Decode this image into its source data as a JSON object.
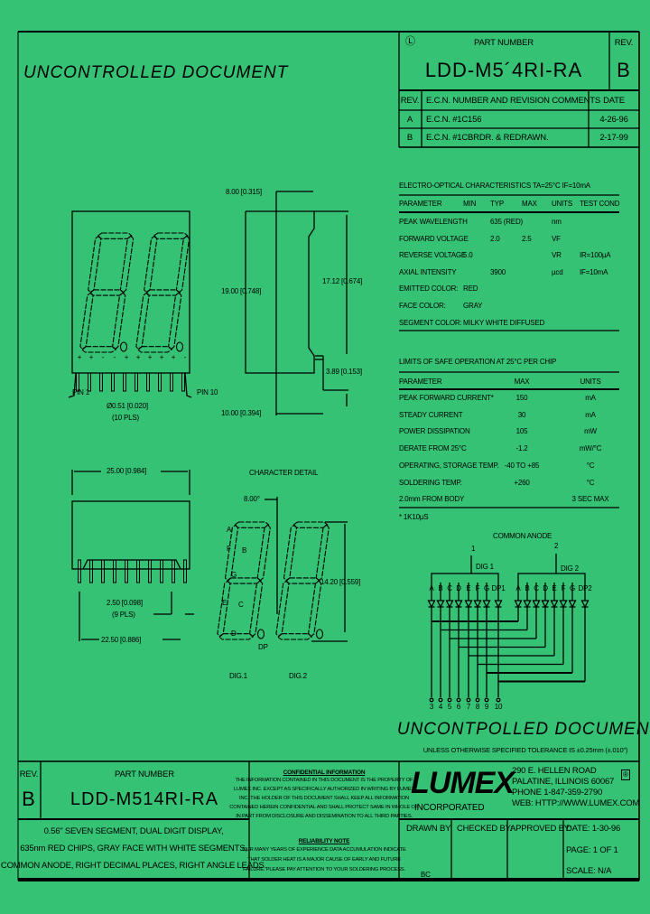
{
  "watermark_top": "UNCONTROLLED DOCUMENT",
  "watermark_bottom": "UNCONTPOLLED DOCUMENT",
  "title_block": {
    "part_number_label": "PART NUMBER",
    "part_number": "LDD-M5´4RI-RA",
    "rev_label": "REV.",
    "rev": "B"
  },
  "revisions": {
    "headers": [
      "REV.",
      "E.C.N. NUMBER AND REVISION COMMENTS",
      "DATE"
    ],
    "rows": [
      [
        "A",
        "E.C.N. #1C156",
        "4-26-96"
      ],
      [
        "B",
        "E.C.N. #1CBRDR. & REDRAWN.",
        "2-17-99"
      ]
    ]
  },
  "electro_optical": {
    "title": "ELECTRO-OPTICAL CHARACTERISTICS TA=25°C     IF=10mA",
    "headers": [
      "PARAMETER",
      "MIN",
      "TYP",
      "MAX",
      "UNITS",
      "TEST COND"
    ],
    "rows": [
      [
        "PEAK WAVELENGTH",
        "",
        "635 (RED)",
        "",
        "nm",
        ""
      ],
      [
        "FORWARD VOLTAGE",
        "",
        "2.0",
        "2.5",
        "VF",
        ""
      ],
      [
        "REVERSE VOLTAGE",
        "5.0",
        "",
        "",
        "VR",
        "IR=100µA"
      ],
      [
        "AXIAL INTENSITY",
        "",
        "3900",
        "",
        "µcd",
        "IF=10mA"
      ],
      [
        "EMITTED COLOR:",
        "RED",
        "",
        "",
        "",
        ""
      ],
      [
        "FACE COLOR:",
        "GRAY",
        "",
        "",
        "",
        ""
      ],
      [
        "SEGMENT COLOR:",
        "MILKY WHITE DIFFUSED",
        "",
        "",
        "",
        ""
      ]
    ]
  },
  "limits": {
    "title": "LIMITS OF SAFE OPERATION AT 25°C PER CHIP",
    "headers": [
      "PARAMETER",
      "MAX",
      "UNITS"
    ],
    "rows": [
      [
        "PEAK FORWARD CURRENT*",
        "150",
        "mA"
      ],
      [
        "STEADY CURRENT",
        "30",
        "mA"
      ],
      [
        "POWER DISSIPATION",
        "105",
        "mW"
      ],
      [
        "DERATE FROM 25°C",
        "-1.2",
        "mW/°C"
      ],
      [
        "OPERATING, STORAGE TEMP.",
        "-40 TO +85",
        "°C"
      ],
      [
        "SOLDERING TEMP.",
        "+260",
        "°C"
      ],
      [
        "2.0mm FROM BODY",
        "",
        "3 SEC MAX"
      ]
    ],
    "footnote": "* 1K10µS"
  },
  "front_view": {
    "pin_polarity": [
      "+",
      "+",
      "-",
      "-",
      "+",
      "+",
      "+",
      "+",
      "+",
      "-"
    ],
    "pin1_label": "PIN 1",
    "pin10_label": "PIN 10",
    "pin_dia": "Ø0.51 [0.020]",
    "pin_dia_note": "(10 PLS)"
  },
  "side_view": {
    "width_top": "8.00 [0.315]",
    "height": "19.00 [0.748]",
    "inner_height": "17.12 [0.674]",
    "lead_len": "3.89 [0.153]",
    "depth": "10.00 [0.394]"
  },
  "bottom_view": {
    "width": "25.00 [0.984]",
    "pitch": "2.50 [0.098]",
    "pitch_note": "(9 PLS)",
    "span": "22.50 [0.886]"
  },
  "character_detail": {
    "title": "CHARACTER DETAIL",
    "slant": "8.00°",
    "height": "14.20 [0.559]",
    "segments": [
      "A",
      "B",
      "C",
      "D",
      "E",
      "F",
      "G"
    ],
    "dp_label": "DP",
    "dig1_label": "DIG.1",
    "dig2_label": "DIG.2"
  },
  "circuit": {
    "title": "COMMON ANODE",
    "anode1": "1",
    "anode2": "2",
    "dig1": "DIG 1",
    "dig2": "DIG 2",
    "dig1_segments": [
      "A",
      "B",
      "C",
      "D",
      "E",
      "F",
      "G",
      "DP1"
    ],
    "dig2_segments": [
      "A",
      "B",
      "C",
      "D",
      "E",
      "F",
      "G",
      "DP2"
    ],
    "pins": [
      "3",
      "4",
      "5",
      "6",
      "7",
      "8",
      "9",
      "10"
    ]
  },
  "tolerance_note": "UNLESS OTHERWISE SPECIFIED TOLERANCE IS ±0.25mm (±.010\")",
  "bottom_block": {
    "rev_label": "REV.",
    "rev": "B",
    "part_number_label": "PART NUMBER",
    "part_number": "LDD-M514RI-RA",
    "description": [
      "0.56\" SEVEN SEGMENT, DUAL DIGIT DISPLAY,",
      "635nm RED CHIPS, GRAY FACE WITH WHITE SEGMENTS,",
      "COMMON ANODE, RIGHT DECIMAL PLACES, RIGHT ANGLE LEADS."
    ],
    "confidential_title": "CONFIDENTIAL INFORMATION",
    "confidential_text": [
      "THE INFORMATION CONTAINED IN THIS DOCUMENT IS THE PROPERTY OF",
      "LUMEX INC. EXCEPT AS SPECIFICALLY AUTHORIZED IN WRITING BY LUMEX",
      "INC. THE HOLDER OF THIS DOCUMENT SHALL KEEP ALL INFORMATION",
      "CONTAINED HEREIN CONFIDENTIAL AND SHALL PROTECT SAME IN WHOLE OR",
      "IN PART FROM DISCLOSURE AND DISSEMINATION TO ALL THIRD PARTIES."
    ],
    "reliability_title": "RELIABILITY NOTE",
    "reliability_text": [
      "OUR MANY YEARS OF EXPERIENCE DATA ACCUMULATION INDICATE",
      "THAT SOLDER HEAT IS A MAJOR CAUSE OF EARLY AND FUTURE",
      "FAILURE. PLEASE PAY ATTENTION TO YOUR SOLDERING PROCESS."
    ],
    "company": "LUMEX",
    "company_sub": "INCORPORATED",
    "address": [
      "290 E. HELLEN ROAD",
      "PALATINE, ILLINOIS 60067",
      "PHONE 1-847-359-2790",
      "WEB: HTTP://WWW.LUMEX.COM"
    ],
    "drawn_by_label": "DRAWN BY:",
    "drawn_by": "BC",
    "checked_by_label": "CHECKED BY:",
    "approved_by_label": "APPROVED BY:",
    "date": "DATE:  1-30-96",
    "page": "PAGE:   1 OF 1",
    "scale": "SCALE:   N/A"
  },
  "colors": {
    "background": "#35c274",
    "ink": "#000000"
  }
}
